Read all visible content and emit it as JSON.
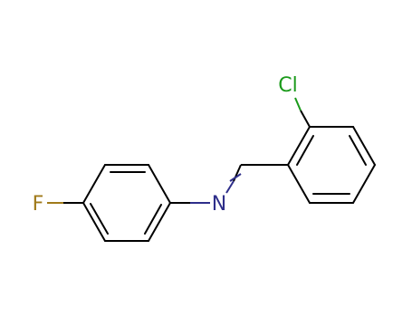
{
  "molecule": {
    "atoms": {
      "fluorine": {
        "label": "F",
        "color": "#a07a1a"
      },
      "nitrogen": {
        "label": "N",
        "color": "#2e2e8a"
      },
      "chlorine": {
        "label": "Cl",
        "color": "#1a9a1a"
      }
    },
    "bond_color": "#000000"
  }
}
